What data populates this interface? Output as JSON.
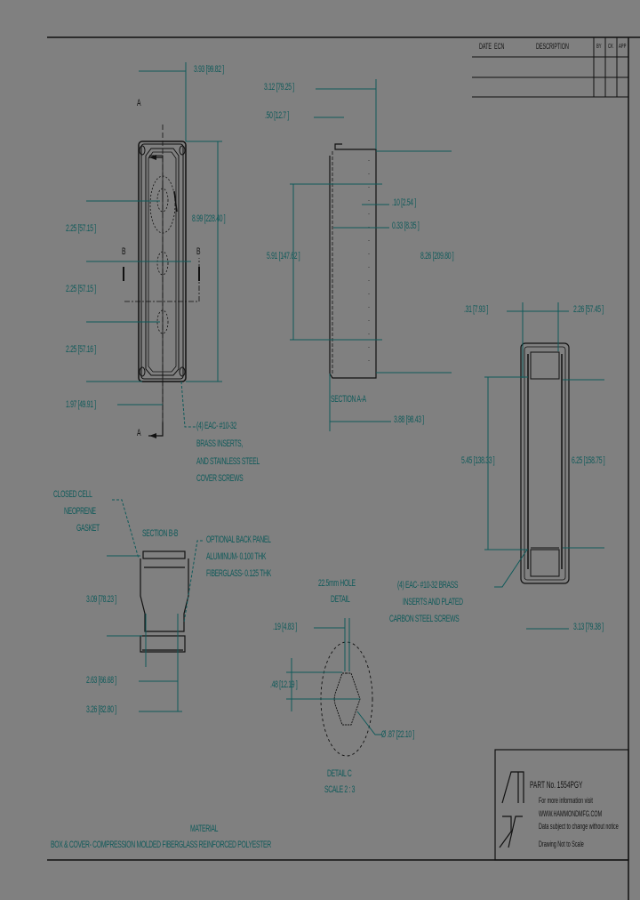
{
  "title_block": {
    "rev_headers": [
      "DATE",
      "ECN",
      "DESCRIPTION"
    ],
    "col_headers": [
      "BY",
      "CK",
      "APP"
    ],
    "part_no": "PART No. 1554PGY",
    "more_info": "For more information visit",
    "website": "WWW.HAMMONDMFG.COM",
    "subject": "Data subject to change without notice",
    "scale_note": "Drawing Not to Scale"
  },
  "front_view": {
    "dim_top": "3.93 [99.82 ]",
    "dim_height": "8.99 [228.40 ]",
    "dim_spacing_1": "2.25 [57.15 ]",
    "dim_spacing_2": "2.25 [57.15 ]",
    "dim_spacing_3": "2.25 [57.16 ]",
    "dim_bottom": "1.97 [49.91 ]",
    "section_a": "A",
    "section_b": "B",
    "note_inserts": [
      "(4) EAC- #10-32",
      "BRASS INSERTS,",
      "AND STAINLESS STEEL",
      "COVER SCREWS"
    ]
  },
  "section_aa": {
    "dim_3_12": "3.12 [79.25 ]",
    "dim_0_10": ".50 [12.7 ]",
    "dim_0_1": ".10 [2.54 ]",
    "dim_0_33": "0.33 [8.35 ]",
    "dim_5_91": "5.91 [147.62 ]",
    "dim_8_26": "8.26 [209.80 ]",
    "dim_bottom": "3.88 [98.43 ]",
    "label": "SECTION A-A"
  },
  "back_view": {
    "dim_left": ".31 [7.93 ]",
    "dim_width": "2.26 [57.45 ]",
    "dim_height1": "5.45 [138.33 ]",
    "dim_height2": "6.25 [158.75 ]",
    "dim_bottom": "3.13 [79.38 ]",
    "note_screws": [
      "(4) EAC- #10-32 BRASS",
      "INSERTS AND PLATED",
      "CARBON STEEL SCREWS"
    ]
  },
  "section_bb": {
    "label": "SECTION B-B",
    "gasket_note": [
      "CLOSED CELL",
      "NEOPRENE",
      "GASKET"
    ],
    "panel_note": [
      "OPTIONAL BACK PANEL",
      "ALUMINUM- 0.100 THK",
      "FIBERGLASS- 0.125 THK"
    ],
    "dim_3_09": "3.09 [78.23 ]",
    "dim_2_63": "2.63 [66.68 ]",
    "dim_3_26": "3.26 [82.80 ]"
  },
  "detail_c": {
    "title": [
      "22.5mm HOLE",
      "DETAIL"
    ],
    "dim_key": ".19 [4.83 ]",
    "dim_flat": ".48 [12.19 ]",
    "dim_dia": "Ø .87 [22.10 ]",
    "label": [
      "DETAIL C",
      "SCALE 2 : 3"
    ]
  },
  "material": {
    "heading": "MATERIAL",
    "text": "BOX & COVER- COMPRESSION MOLDED FIBERGLASS REINFORCED POLYESTER"
  }
}
